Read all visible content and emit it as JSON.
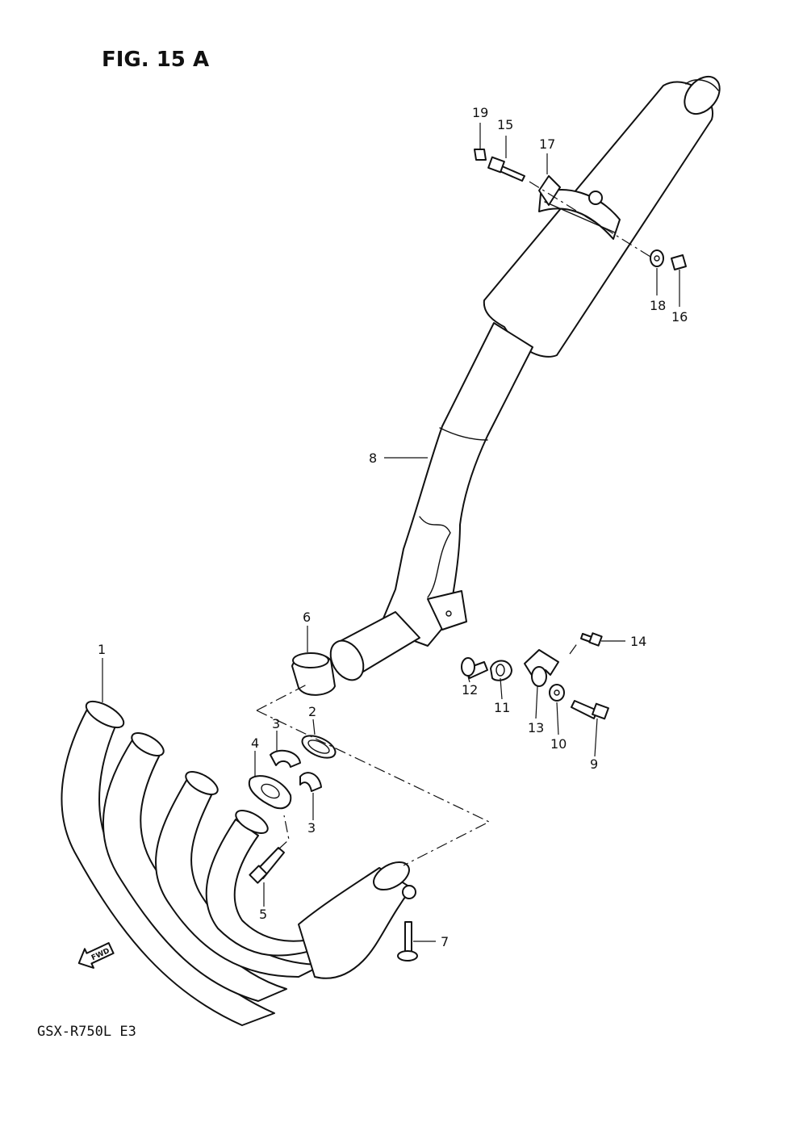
{
  "figure": {
    "title": "FIG. 15 A",
    "model": "GSX-R750L  E3"
  },
  "fwd_label": "FWD",
  "callouts": [
    "1",
    "2",
    "3",
    "3",
    "4",
    "5",
    "6",
    "7",
    "8",
    "9",
    "10",
    "11",
    "12",
    "13",
    "14",
    "15",
    "16",
    "17",
    "18",
    "19"
  ]
}
